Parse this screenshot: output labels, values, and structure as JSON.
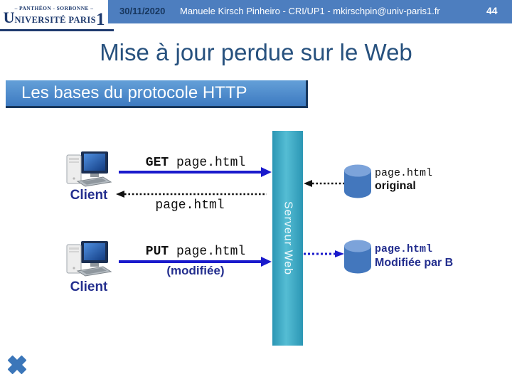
{
  "header": {
    "logo": {
      "line1": "– PANTHÉON - SORBONNE –",
      "initial": "U",
      "rest": "NIVERSITÉ PARIS",
      "number": "1"
    },
    "date": "30/11/2020",
    "author": "Manuele Kirsch Pinheiro - CRI/UP1 - mkirschpin@univ-paris1.fr",
    "page_number": "44"
  },
  "title": "Mise à jour perdue sur le Web",
  "section_banner": "Les bases du protocole HTTP",
  "diagram": {
    "client1_label": "Client",
    "client2_label": "Client",
    "server_label": "Serveur Web",
    "get_request": {
      "method": "GET",
      "arg": " page.html"
    },
    "get_response": "page.html",
    "put_request": {
      "method": "PUT",
      "arg": " page.html"
    },
    "put_note": "(modifiée)",
    "file_original": {
      "name": "page.html",
      "note": "original"
    },
    "file_modified": {
      "name": "page.html",
      "note": "Modifiée par B"
    }
  },
  "colors": {
    "header-bar": "#4d7ebf",
    "logo-navy": "#1e3a6e",
    "date-navy": "#17365d",
    "title-blue": "#27517e",
    "banner-top": "#64a0d8",
    "banner-bottom": "#3d7ac1",
    "banner-border": "#16365c",
    "server-teal-dark": "#2b96b4",
    "server-teal-light": "#55bdd4",
    "arrow-blue": "#1a1acc",
    "navy-text": "#232e8e",
    "cylinder-body": "#4377bd",
    "cylinder-top": "#7ca3da",
    "x-blue": "#3b76b9"
  }
}
